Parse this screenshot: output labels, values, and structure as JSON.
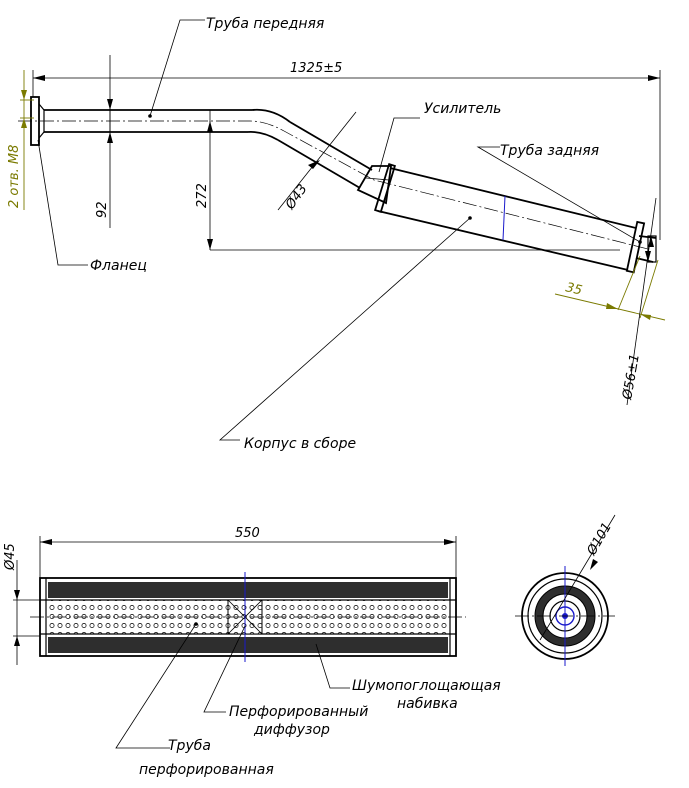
{
  "labels": {
    "front_pipe": "Труба передняя",
    "amplifier": "Усилитель",
    "rear_pipe": "Труба задняя",
    "flange": "Фланец",
    "body_assembly": "Корпус в сборе",
    "noise_packing_1": "Шумопоглощающая",
    "noise_packing_2": "набивка",
    "perf_diffuser_1": "Перфорированный",
    "perf_diffuser_2": "диффузор",
    "perf_pipe_1": "Труба",
    "perf_pipe_2": "перфорированная"
  },
  "dimensions": {
    "overall_length": "1325±5",
    "holes": "2 отв. М8",
    "offset_92": "92",
    "offset_272": "272",
    "dia_43": "Ø43",
    "len_35": "35",
    "dia_56": "Ø56±1",
    "len_550": "550",
    "dia_45": "Ø45",
    "dia_101": "Ø101"
  },
  "colors": {
    "line": "#000000",
    "dimension_olive": "#7a7a00",
    "axis_blue": "#1a1acc",
    "packing_fill": "#2e2e2e"
  }
}
